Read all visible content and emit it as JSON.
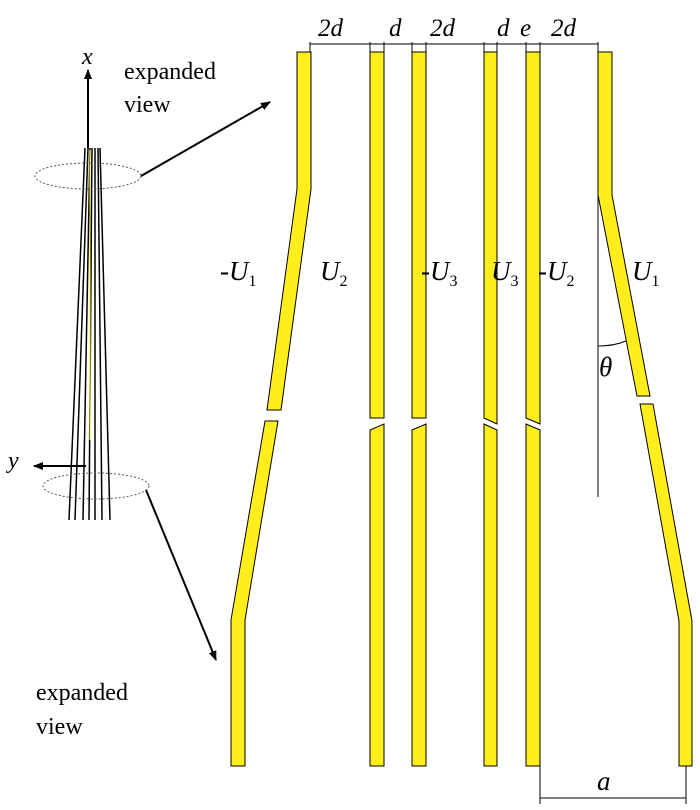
{
  "dimensions": {
    "gap_1": "2d",
    "gap_2": "d",
    "gap_3": "2d",
    "gap_4": "d",
    "gap_5": "e",
    "gap_6": "2d",
    "base_width": "a"
  },
  "axes": {
    "x": "x",
    "y": "y"
  },
  "angle_label": "θ",
  "callouts": {
    "top": [
      "expanded",
      "view"
    ],
    "bottom": [
      "expanded",
      "view"
    ]
  },
  "electrodes": [
    {
      "prefix": "-",
      "main": "U",
      "sub": "1"
    },
    {
      "prefix": "",
      "main": "U",
      "sub": "2"
    },
    {
      "prefix": "-",
      "main": "U",
      "sub": "3"
    },
    {
      "prefix": "",
      "main": "U",
      "sub": "3"
    },
    {
      "prefix": "-",
      "main": "U",
      "sub": "2"
    },
    {
      "prefix": "",
      "main": "U",
      "sub": "1"
    }
  ],
  "colors": {
    "electrode_fill": "#ffee1c",
    "stroke": "#000000"
  }
}
